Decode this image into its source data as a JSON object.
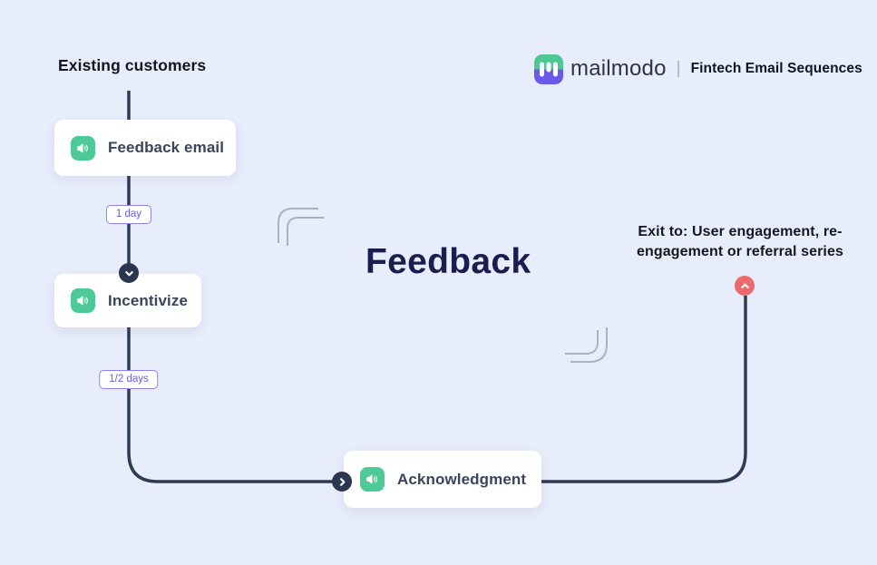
{
  "meta": {
    "page_kind": "email-sequence-flow-infographic"
  },
  "colors": {
    "background": "#E8EDFC",
    "wire": "#2E3A51",
    "node_icon_green": "#4EC997",
    "delay_border_purple": "#8F80F0",
    "delay_text_purple": "#6C5BDE",
    "connector_navy": "#2B3750",
    "exit_red": "#EC6A6B",
    "decor_gray": "#A9B2C3",
    "logo_gradient_top": "#4CC795",
    "logo_gradient_bottom": "#6B5AE8"
  },
  "header": {
    "entry_label": "Existing customers",
    "brand_name": "mailmodo",
    "divider": "|",
    "collection_label": "Fintech Email Sequences"
  },
  "flow": {
    "title": "Feedback",
    "nodes": [
      {
        "label": "Feedback email",
        "icon": "megaphone-icon"
      },
      {
        "label": "Incentivize",
        "icon": "megaphone-icon"
      },
      {
        "label": "Acknowledgment",
        "icon": "megaphone-icon"
      }
    ],
    "delays": [
      {
        "label": "1 day"
      },
      {
        "label": "1/2 days"
      }
    ],
    "connectors": [
      {
        "icon": "chevron-down-icon"
      },
      {
        "icon": "chevron-right-icon"
      },
      {
        "icon": "chevron-up-icon"
      }
    ],
    "exit_label": "Exit to: User engagement, re-engagement or referral series"
  }
}
